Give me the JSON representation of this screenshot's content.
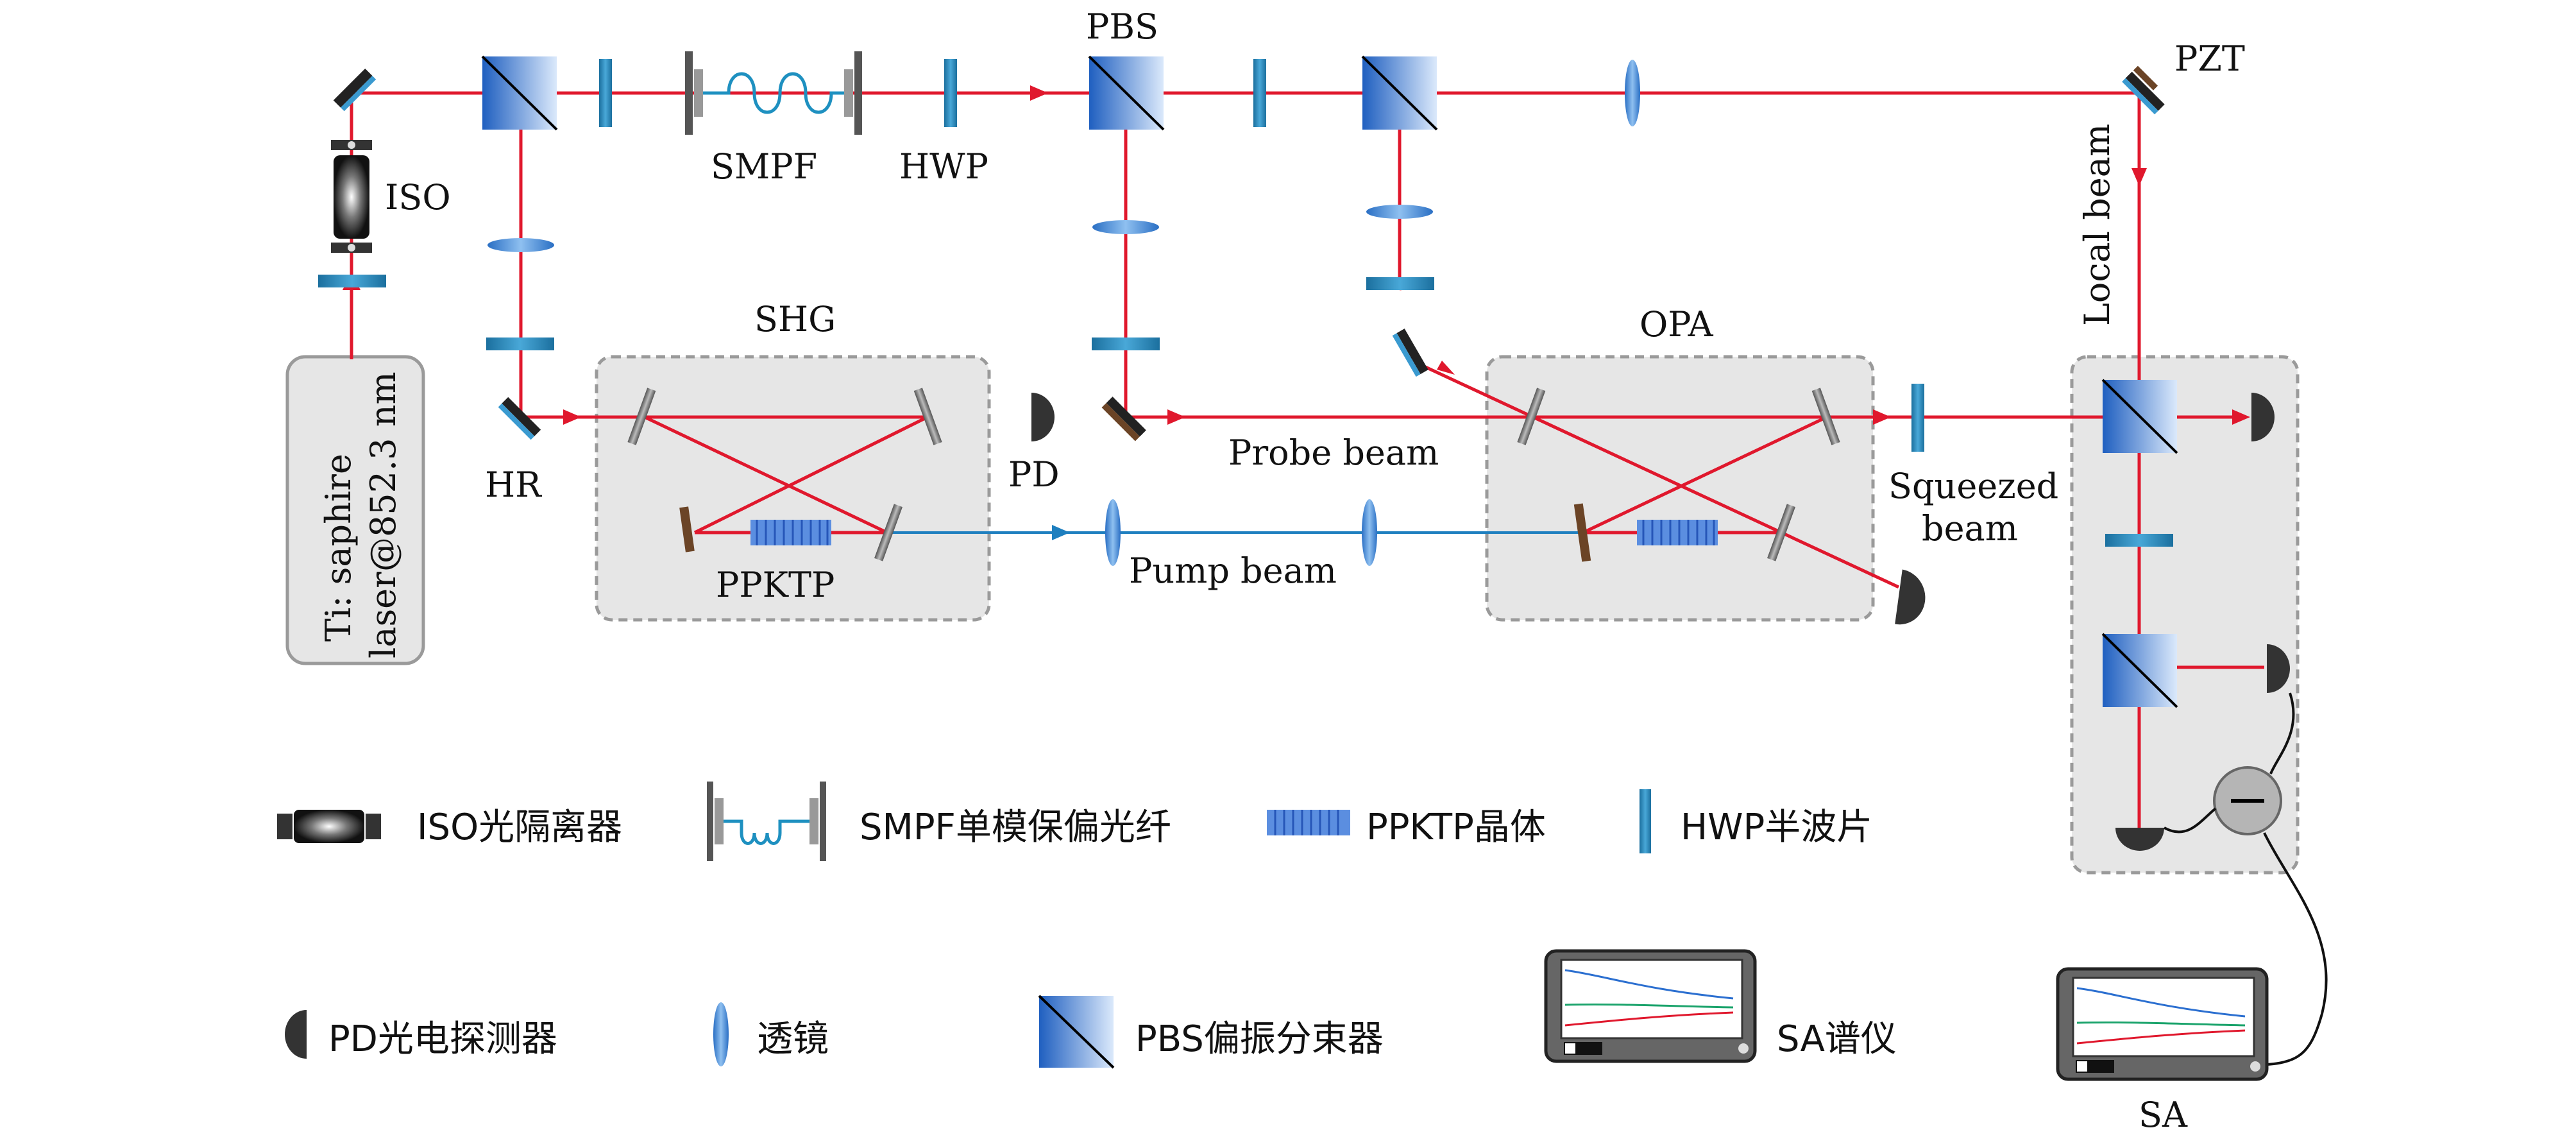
{
  "labels": {
    "pbs_top": "PBS",
    "pzt": "PZT",
    "iso": "ISO",
    "smpf": "SMPF",
    "hwp": "HWP",
    "shg": "SHG",
    "opa": "OPA",
    "hr": "HR",
    "pd": "PD",
    "ppktp": "PPKTP",
    "probe_beam": "Probe beam",
    "pump_beam": "Pump beam",
    "squeezed_1": "Squeezed",
    "squeezed_2": "beam",
    "local_beam": "Local beam",
    "laser_1": "Ti: saphire",
    "laser_2": "laser@852.3 nm",
    "sa": "SA"
  },
  "legend": {
    "iso": "ISO光隔离器",
    "smpf": "SMPF单模保偏光纤",
    "ppktp": "PPKTP晶体",
    "hwp": "HWP半波片",
    "pd": "PD光电探测器",
    "lens": "透镜",
    "pbs": "PBS偏振分束器",
    "sa": "SA谱仪"
  },
  "colors": {
    "red_beam": "#e0182d",
    "blue_beam": "#1e7fbf",
    "optic_blue": "#2b7bc9",
    "box_fill": "#e6e6e6",
    "box_border": "#9a9a9a"
  },
  "icons": [
    "mirror-icon",
    "pbs-icon",
    "hwp-icon",
    "lens-icon",
    "pd-icon",
    "iso-icon",
    "fiber-icon",
    "crystal-icon",
    "spectrum-analyzer-icon",
    "pzt-icon"
  ]
}
